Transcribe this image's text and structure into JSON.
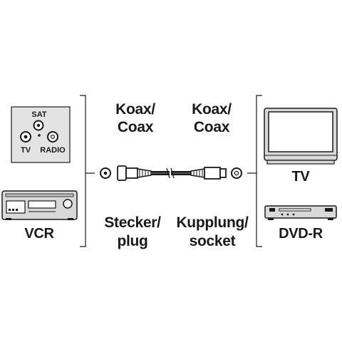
{
  "wall_socket": {
    "sat": "SAT",
    "tv": "TV",
    "radio": "RADIO"
  },
  "left_device": {
    "label": "VCR"
  },
  "right_devices": {
    "tv_label": "TV",
    "dvd_label": "DVD-R"
  },
  "plug_side": {
    "type_line1": "Koax/",
    "type_line2": "Coax",
    "connector_line1": "Stecker/",
    "connector_line2": "plug"
  },
  "socket_side": {
    "type_line1": "Koax/",
    "type_line2": "Coax",
    "connector_line1": "Kupplung/",
    "connector_line2": "socket"
  },
  "colors": {
    "ink": "#1a1a1a",
    "panel": "#d9d9d9",
    "background": "#ffffff"
  }
}
